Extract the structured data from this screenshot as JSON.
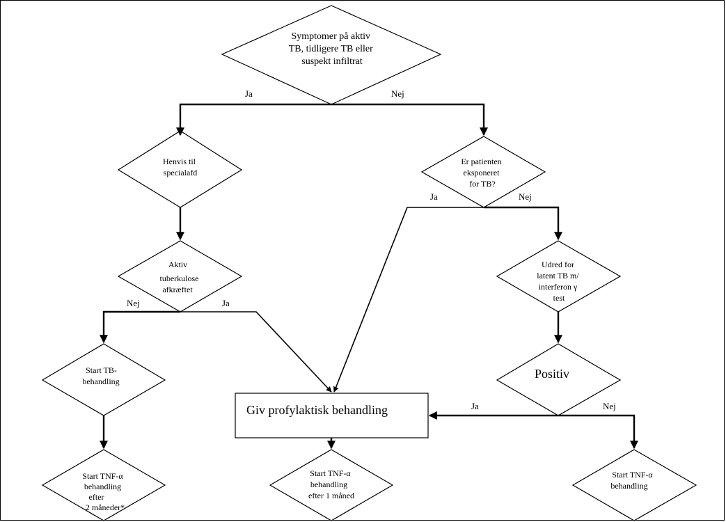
{
  "nodes": {
    "symptoms": [
      "Symptomer på aktiv",
      "TB, tidligere TB eller",
      "suspekt infiltrat"
    ],
    "refer": [
      "Henvis til",
      "specialafd"
    ],
    "exposed": [
      "Er  patienten",
      "eksponeret",
      "for TB?"
    ],
    "active_tb": [
      "Aktiv",
      "tuberkulose",
      "afkræftet"
    ],
    "screen": [
      "Udred  for",
      "latent TB m/",
      "interferon γ",
      "test"
    ],
    "start_tb": [
      "Start TB-",
      "behandling"
    ],
    "positive": [
      "Positiv"
    ],
    "prophylactic": [
      "Giv profylaktisk behandling"
    ],
    "tnf_2m": [
      "Start TNF-α",
      "behandling",
      "efter",
      "2 måneder*"
    ],
    "tnf_1m": [
      "Start TNF-α",
      "behandling",
      "efter 1 måned"
    ],
    "tnf": [
      "Start TNF-α",
      "behandling"
    ]
  },
  "edge_labels": {
    "symptoms_yes": "Ja",
    "symptoms_no": "Nej",
    "exposed_yes": "Ja",
    "exposed_no": "Nej",
    "active_no": "Nej",
    "active_yes": "Ja",
    "positive_yes": "Ja",
    "positive_no": "Nej"
  }
}
